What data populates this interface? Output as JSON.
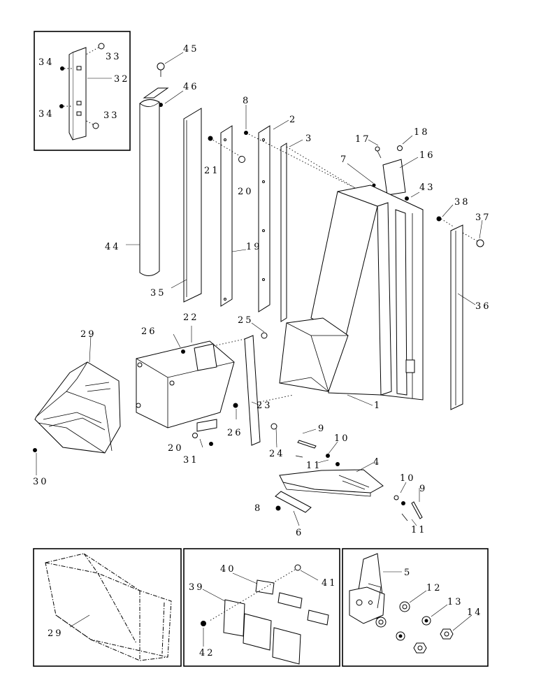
{
  "callouts": {
    "c45": "45",
    "c46": "46",
    "c8a": "8",
    "c2": "2",
    "c3": "3",
    "c17": "17",
    "c18": "18",
    "c16": "16",
    "c7": "7",
    "c43": "43",
    "c21": "21",
    "c20a": "20",
    "c38": "38",
    "c37": "37",
    "c44": "44",
    "c19": "19",
    "c35": "35",
    "c36": "36",
    "c22": "22",
    "c29a": "29",
    "c26a": "26",
    "c25": "25",
    "c23": "23",
    "c1": "1",
    "c26b": "26",
    "c20b": "20",
    "c31": "31",
    "c24": "24",
    "c9a": "9",
    "c10a": "10",
    "c11a": "11",
    "c4": "4",
    "c30": "30",
    "c10b": "10",
    "c9b": "9",
    "c8b": "8",
    "c11b": "11",
    "c6": "6"
  },
  "inset_top": {
    "c34a": "34",
    "c33a": "33",
    "c32": "32",
    "c34b": "34",
    "c33b": "33"
  },
  "inset_29": {
    "c29": "29"
  },
  "inset_plates": {
    "c40": "40",
    "c41": "41",
    "c39": "39",
    "c42": "42"
  },
  "inset_latch": {
    "c5": "5",
    "c12": "12",
    "c13": "13",
    "c14": "14"
  }
}
